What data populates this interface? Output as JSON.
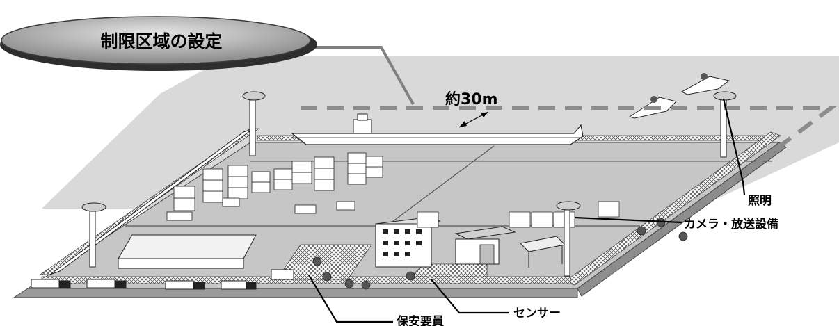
{
  "title": "制限区域の設定",
  "distance_label": {
    "prefix": "約",
    "value": "30m"
  },
  "labels": {
    "lighting": "照明",
    "camera_broadcast": "カメラ・放送設備",
    "security_staff": "保安要員",
    "sensor": "センサー"
  },
  "colors": {
    "sea": "#d9d9d9",
    "pavement": "#c8c8c8",
    "boundary_dash": "#8c8c8c",
    "fence_mesh": "#9a9a9a",
    "leader_line": "#808080",
    "title_oval": "#8a8a8a"
  }
}
